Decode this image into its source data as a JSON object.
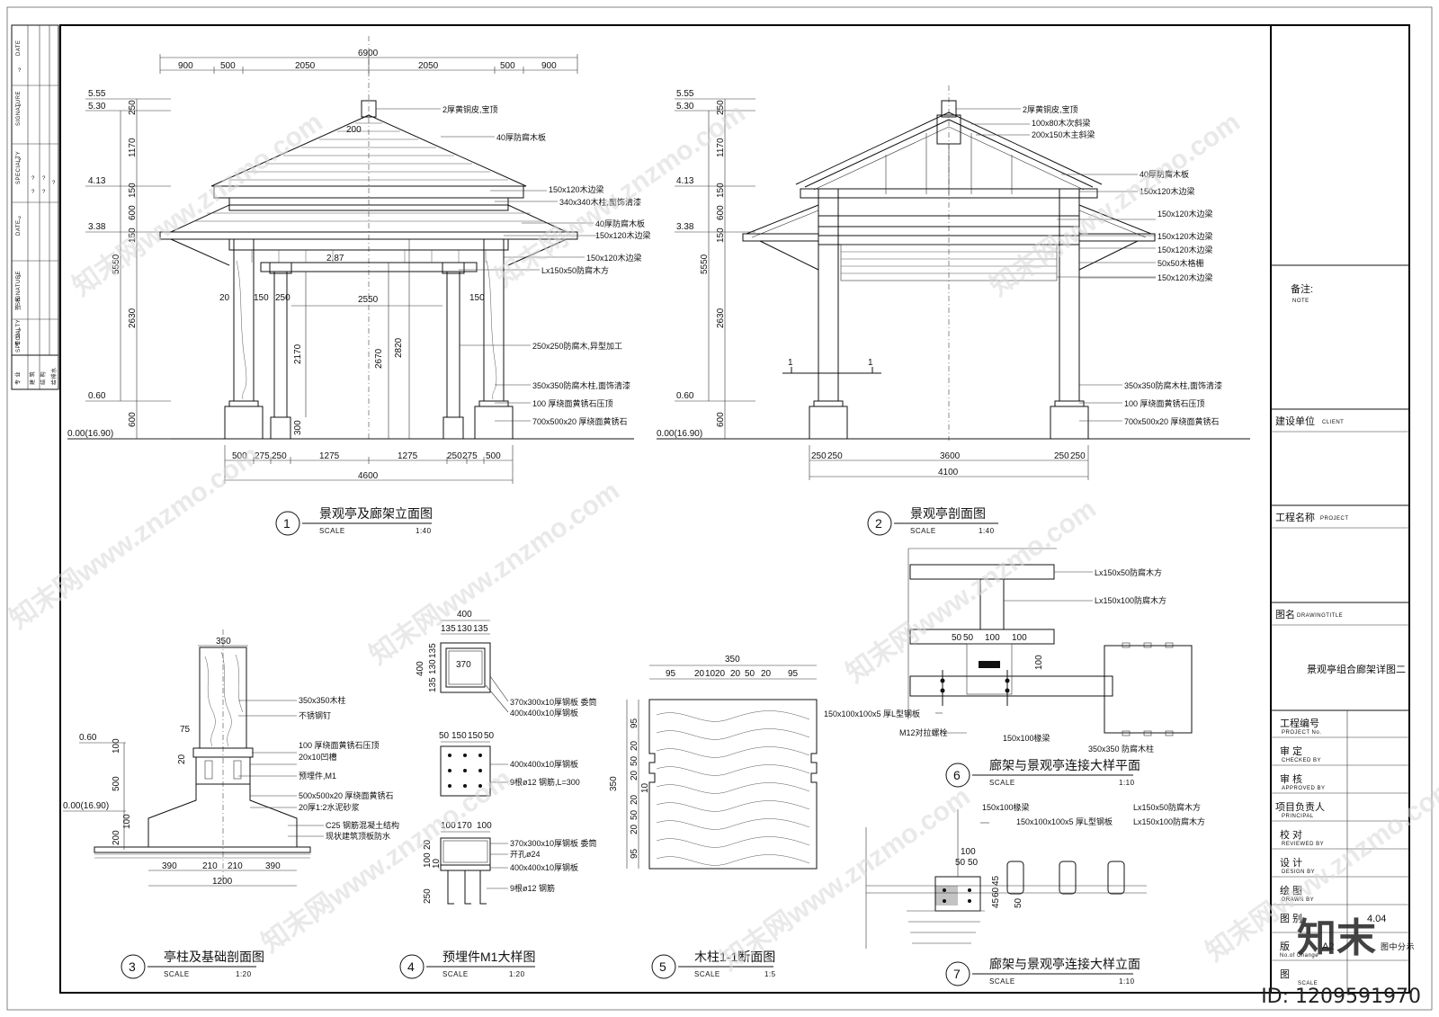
{
  "views": {
    "v1": {
      "num": "1",
      "title": "景观亭及廊架立面图",
      "scale_word": "SCALE",
      "scale": "1:40"
    },
    "v2": {
      "num": "2",
      "title": "景观亭剖面图",
      "scale_word": "SCALE",
      "scale": "1:40"
    },
    "v3": {
      "num": "3",
      "title": "亭柱及基础剖面图",
      "scale_word": "SCALE",
      "scale": "1:20"
    },
    "v4": {
      "num": "4",
      "title": "预埋件M1大样图",
      "scale_word": "SCALE",
      "scale": "1:20"
    },
    "v5": {
      "num": "5",
      "title": "木柱1-1断面图",
      "scale_word": "SCALE",
      "scale": "1:5"
    },
    "v6": {
      "num": "6",
      "title": "廊架与景观亭连接大样平面",
      "scale_word": "SCALE",
      "scale": "1:10"
    },
    "v7": {
      "num": "7",
      "title": "廊架与景观亭连接大样立面",
      "scale_word": "SCALE",
      "scale": "1:10"
    }
  },
  "elev1": {
    "top_dims": [
      "900",
      "500",
      "2050",
      "2050",
      "500",
      "900"
    ],
    "total_top": "6900",
    "bottom_dims": [
      "500",
      "275",
      "250",
      "1275",
      "1275",
      "250",
      "275",
      "500"
    ],
    "total_bottom": "4600",
    "levels": [
      "5.55",
      "5.30",
      "4.13",
      "3.38",
      "0.60",
      "0.00(16.90)"
    ],
    "left_dims": [
      "250",
      "1170",
      "150",
      "600",
      "150",
      "5550",
      "2630",
      "600"
    ],
    "inner_dims": [
      "2.87",
      "200",
      "20",
      "150",
      "250",
      "2550",
      "150",
      "2170",
      "2670",
      "2820",
      "300"
    ],
    "labels": [
      "2厚黄铜皮,宝顶",
      "40厚防腐木板",
      "150x120木边梁",
      "340x340木柱,面饰清漆",
      "40厚防腐木板",
      "150x120木边梁",
      "150x120木边梁",
      "Lx150x50防腐木方",
      "250x250防腐木,异型加工",
      "350x350防腐木柱,面饰清漆",
      "100  厚绕面黄锈石压顶",
      "700x500x20  厚绕面黄锈石"
    ]
  },
  "sect2": {
    "bottom_dims": [
      "250",
      "250",
      "3600",
      "250",
      "250"
    ],
    "total_bottom": "4100",
    "levels": [
      "5.55",
      "5.30",
      "4.13",
      "3.38",
      "0.60",
      "0.00(16.90)"
    ],
    "left_dims": [
      "250",
      "1170",
      "150",
      "600",
      "150",
      "5550",
      "2630",
      "600"
    ],
    "cut_mark": "1",
    "labels": [
      "2厚黄铜皮,宝顶",
      "100x80木次斜梁",
      "200x150木主斜梁",
      "40厚防腐木板",
      "150x120木边梁",
      "150x120木边梁",
      "150x120木边梁",
      "150x120木边梁",
      "50x50木格栅",
      "150x120木边梁",
      "350x350防腐木柱,面饰清漆",
      "100  厚绕面黄锈石压顶",
      "700x500x20  厚绕面黄锈石"
    ]
  },
  "d3": {
    "top_dim": "350",
    "bottom_dims": [
      "390",
      "210",
      "210",
      "390"
    ],
    "total": "1200",
    "levels": [
      "0.60",
      "0.00(16.90)"
    ],
    "side_dims": [
      "75",
      "20",
      "100",
      "500",
      "200",
      "100"
    ],
    "labels": [
      "350x350木柱",
      "不锈钢钉",
      "100  厚绕面黄锈石压顶",
      "20x10凹槽",
      "预埋件,M1",
      "500x500x20  厚绕面黄锈石",
      "20厚1:2水泥砂浆",
      "C25  钢筋混凝土结构",
      "现状建筑顶板防水"
    ]
  },
  "d4": {
    "top_dim": "400",
    "sub_dims": [
      "135",
      "130",
      "135"
    ],
    "inner": "370",
    "left_dims": [
      "400",
      "135",
      "130",
      "135"
    ],
    "plan_dims": [
      "50",
      "150",
      "150",
      "50"
    ],
    "elev_dims": [
      "100",
      "170",
      "100"
    ],
    "elev_left": [
      "20",
      "100",
      "250",
      "10"
    ],
    "labels": [
      "370x300x10厚钢板  委筒",
      "400x400x10厚钢板",
      "400x400x10厚钢板",
      "9根ø12 钢筋,L=300",
      "370x300x10厚钢板  委筒",
      "开孔ø24",
      "400x400x10厚钢板",
      "9根ø12 钢筋"
    ]
  },
  "d5": {
    "top_dim": "350",
    "sub_dims": [
      "95",
      "20",
      "10",
      "20",
      "20",
      "50",
      "20",
      "95"
    ],
    "left_dims": [
      "95",
      "20",
      "50",
      "20",
      "10",
      "20",
      "50",
      "20",
      "95"
    ],
    "side": "350"
  },
  "d6": {
    "dims": [
      "50",
      "50",
      "100",
      "100",
      "100"
    ],
    "labels": [
      "Lx150x50防腐木方",
      "Lx150x100防腐木方",
      "150x100x100x5  厚L型钢板",
      "M12对拉螺栓",
      "150x100椽梁",
      "350x350  防腐木柱"
    ]
  },
  "d7": {
    "dims": [
      "100",
      "50",
      "50",
      "45",
      "60",
      "45",
      "50"
    ],
    "labels": [
      "150x100椽梁",
      "150x100x100x5  厚L型钢板",
      "Lx150x50防腐木方",
      "Lx150x100防腐木方"
    ]
  },
  "left_strip": {
    "header": [
      "DATE",
      "SIGNATURE",
      "SPECIALTY",
      "DATE",
      "SIGNATURE",
      "SPECIALTY"
    ],
    "marks": [
      "?",
      "?",
      "?",
      "?",
      "?",
      "?",
      "?",
      "?",
      "?",
      "?",
      "?"
    ],
    "specialty_cn": [
      "专 业",
      "建 筑",
      "结 构",
      "给排水"
    ],
    "col_cn": [
      "签 名",
      "专 业"
    ]
  },
  "title_block": {
    "note_cn": "备注:",
    "note_en": "NOTE",
    "client_cn": "建设单位",
    "client_en": "CLIENT",
    "project_cn": "工程名称",
    "project_en": "PROJECT",
    "drawing_cn": "图名",
    "drawing_en": "DRAWINGTITLE",
    "drawing_title": "景观亭组合廊架详图二",
    "rows": [
      {
        "cn": "工程编号",
        "en": "PROJECT No."
      },
      {
        "cn": "审  定",
        "en": "CHECKED BY"
      },
      {
        "cn": "审  核",
        "en": "APPROVED BY"
      },
      {
        "cn": "项目负责人",
        "en": "PRINCIPAL"
      },
      {
        "cn": "校  对",
        "en": "REVIEWED BY"
      },
      {
        "cn": "设  计",
        "en": "DESIGN BY"
      },
      {
        "cn": "绘  图",
        "en": "DRAWN BY"
      },
      {
        "cn": "图  别",
        "en": ""
      },
      {
        "cn": "版",
        "en": "No.of Change"
      },
      {
        "cn": "图",
        "en": "SCALE"
      }
    ],
    "sheet_no": "4.04",
    "size": "A2",
    "size_note": "图中分示"
  },
  "watermark": "知末网www.znzmo.com",
  "logo": "知末",
  "id_tag": "ID: 1209591970"
}
